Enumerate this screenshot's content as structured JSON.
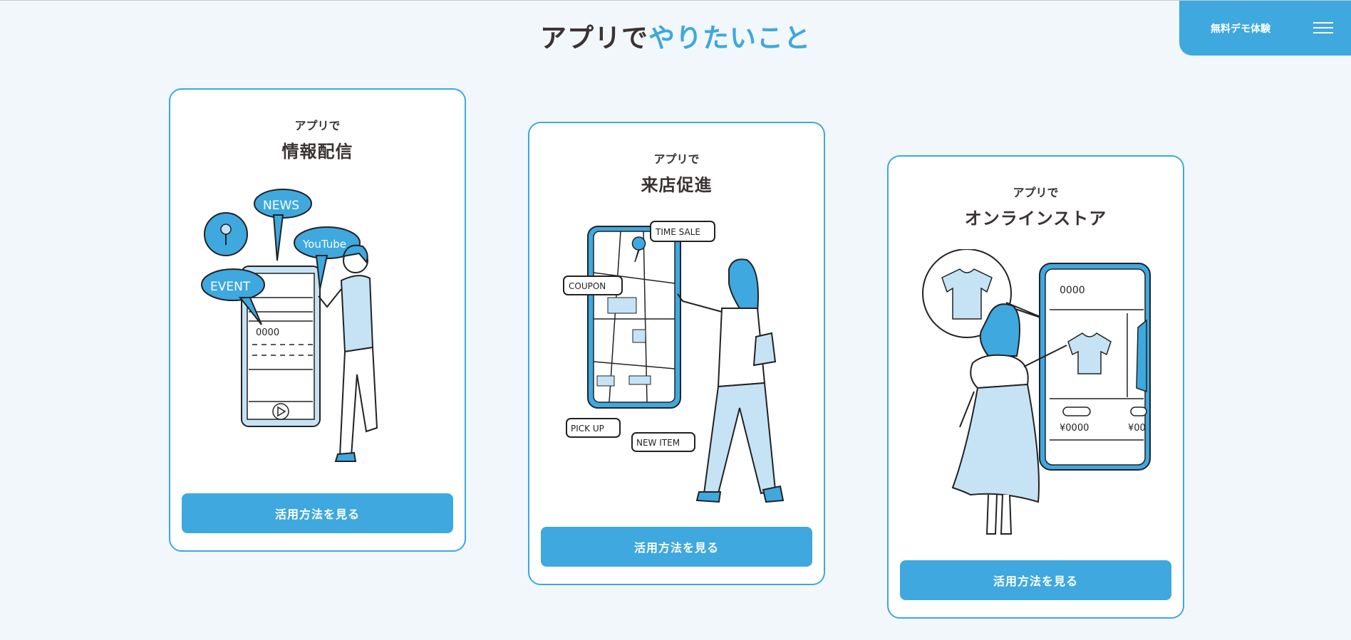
{
  "header": {
    "title_part1": "アプリで",
    "title_part2": "やりたいこと",
    "demo_button": "無料デモ体験",
    "menu_icon": "hamburger-menu-icon"
  },
  "colors": {
    "accent": "#3ea8df",
    "background": "#f2f7fb",
    "text": "#3a3333",
    "illustration_light": "#c5e3f5"
  },
  "cards": [
    {
      "subtitle": "アプリで",
      "title": "情報配信",
      "button": "活用方法を見る",
      "illustration": {
        "bubbles": [
          "NEWS",
          "YouTube",
          "EVENT"
        ],
        "screen_text": "0000"
      }
    },
    {
      "subtitle": "アプリで",
      "title": "来店促進",
      "button": "活用方法を見る",
      "illustration": {
        "tags": [
          "TIME SALE",
          "COUPON",
          "PICK UP",
          "NEW ITEM"
        ]
      }
    },
    {
      "subtitle": "アプリで",
      "title": "オンラインストア",
      "button": "活用方法を見る",
      "illustration": {
        "screen_text": "0000",
        "price_1": "¥0000",
        "price_2": "¥00"
      }
    }
  ]
}
